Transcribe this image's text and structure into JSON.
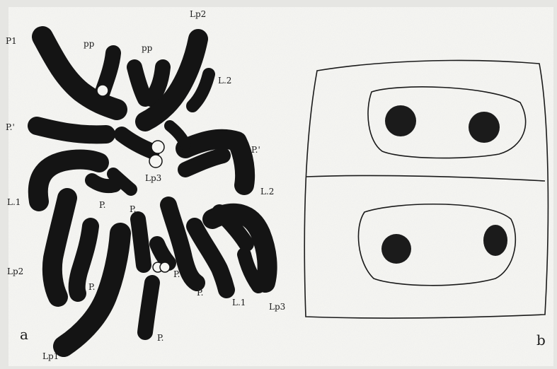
{
  "figure": {
    "panel_a": {
      "letter": "a",
      "labels": {
        "p1": "P1",
        "pp_left": "pp",
        "pp_right": "pp",
        "lp2_top": "Lp2",
        "l2_top": "L.2",
        "p_prime_left": "P.'",
        "p_prime_right": "P.'",
        "lp3_center": "Lp3",
        "l1_left": "L.1",
        "l2_right": "L.2",
        "p_dot_1": "P.",
        "p_dot_2": "P.",
        "lp2_left": "Lp2",
        "p_dot_3": "P.",
        "p_dot_4": "P.",
        "p_dot_5": "P.",
        "l1_bottom": "L.1",
        "lp3_bottom": "Lp3",
        "p_dot_6": "P.",
        "lp1_bottom": "Lp1"
      }
    },
    "panel_b": {
      "letter": "b"
    }
  }
}
